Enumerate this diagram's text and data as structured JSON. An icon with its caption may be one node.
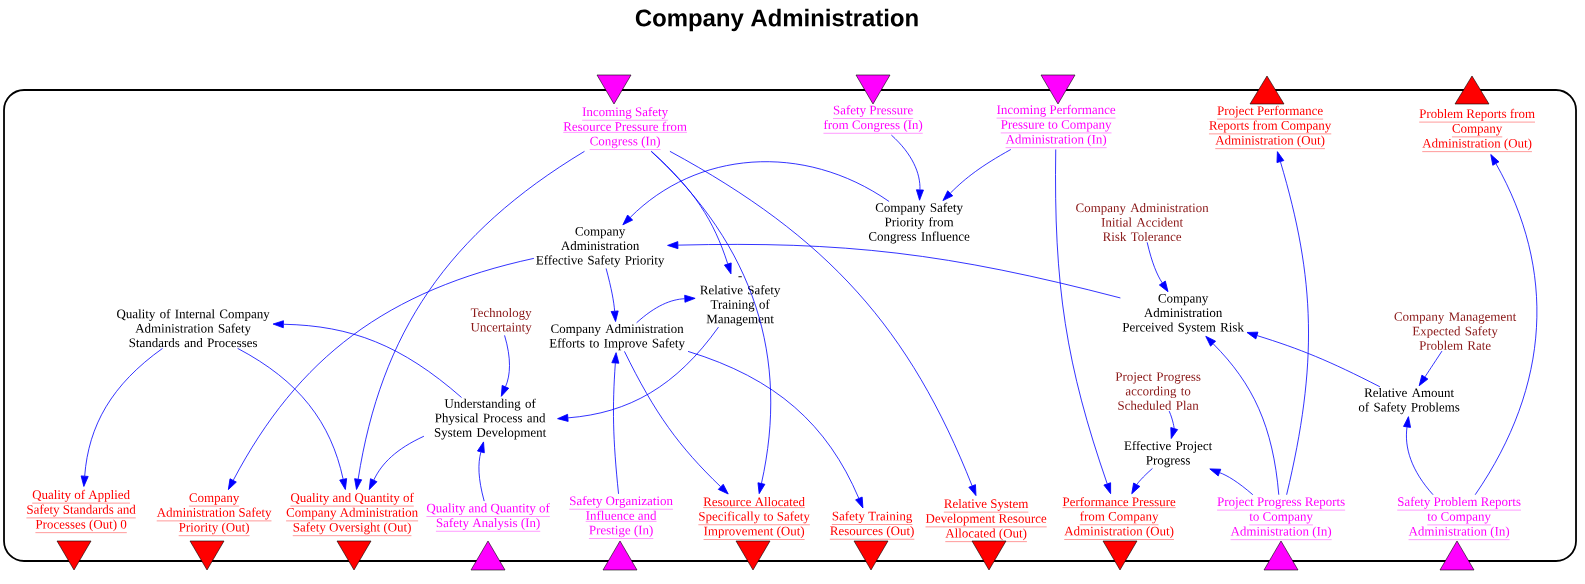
{
  "diagram": {
    "title": "Company Administration",
    "nodes": [
      {
        "text": [],
        "shape": "box"
      },
      {
        "text": [
          "Incoming Safety Resource Pressure from Congress (In)"
        ],
        "in": 0
      },
      {
        "text": [
          "Safety Pressure from Congress (In)"
        ],
        "in": 0
      },
      {
        "text": [
          "Incoming Performance Pressure to Company Administration (In)"
        ],
        "in": 0
      },
      {
        "text": [
          "Project Performance Reports from Company Administration (Out)"
        ],
        "in": 0
      },
      {
        "text": [
          "Problem Reports from Company Administration (Out)"
        ],
        "in": 0
      },
      {
        "text": [
          "Company Safety Priority from Congress Influence"
        ],
        "in": 0
      },
      {
        "text": [
          "Company Administration Initial Accident Risk Tolerance"
        ],
        "in": 0
      },
      {
        "text": [
          "Company Administration Effective Safety Priority"
        ],
        "in": 0
      },
      {
        "text": [
          "Quality of Internal Company Administration Safety Standards and Processes"
        ],
        "in": 0
      },
      {
        "text": [
          "Technology Uncertainty"
        ],
        "in": 0
      },
      {
        "text": [
          "-",
          "Relative Safety Training of Management"
        ],
        "in": 0
      },
      {
        "text": [
          "Company Administration Efforts to Improve Safety"
        ],
        "in": 0
      },
      {
        "text": [
          "Company Administration Perceived System Risk"
        ],
        "in": 0
      },
      {
        "text": [
          "Company Management Expected Safety Problem Rate"
        ],
        "in": 0
      },
      {
        "text": [
          "Project Progress according to Scheduled Plan"
        ],
        "in": 0
      },
      {
        "text": [
          "Understanding of Physical Process and System Development"
        ],
        "in": 0
      },
      {
        "text": [
          "Relative Amount of Safety Problems"
        ],
        "in": 0
      },
      {
        "text": [
          "Effective Project Progress"
        ],
        "in": 0
      },
      {
        "text": [
          "Quality of Applied Safety Standards and Processes (Out) 0"
        ],
        "in": 0
      },
      {
        "text": [
          "Company Administration Safety Priority (Out)"
        ],
        "in": 0
      },
      {
        "text": [
          "Quality and Quantity of Company Administration Safety Oversight (Out)"
        ],
        "in": 0
      },
      {
        "text": [
          "Quality and Quantity of Safety Analysis (In)"
        ],
        "in": 0
      },
      {
        "text": [
          "Safety Organization Influence and Prestige (In)"
        ],
        "in": 0
      },
      {
        "text": [
          "Resource Allocated Specifically to Safety Improvement (Out)"
        ],
        "in": 0
      },
      {
        "text": [
          "Safety Training Resources (Out)"
        ],
        "in": 0
      },
      {
        "text": [
          "Relative System Development Resource Allocated (Out)"
        ],
        "in": 0
      },
      {
        "text": [
          "Performance Pressure from Company Administration (Out)"
        ],
        "in": 0
      },
      {
        "text": [
          "Project Progress Reports to Company Administration (In)"
        ],
        "in": 0
      },
      {
        "text": [
          "Safety Problem Reports to Company Administration (In)"
        ],
        "in": 0
      }
    ],
    "edges": [
      {
        "from": 1,
        "to": 21,
        "arrow": "to"
      },
      {
        "from": 1,
        "to": 11,
        "arrow": "to"
      },
      {
        "from": 1,
        "to": 24,
        "arrow": "to"
      },
      {
        "from": 1,
        "to": 26,
        "arrow": "to"
      },
      {
        "from": 2,
        "to": 6,
        "arrow": "to"
      },
      {
        "from": 3,
        "to": 6,
        "arrow": "to"
      },
      {
        "from": 3,
        "to": 27,
        "arrow": "to"
      },
      {
        "from": 6,
        "to": 8,
        "arrow": "to"
      },
      {
        "from": 8,
        "to": 20,
        "arrow": "to"
      },
      {
        "from": 8,
        "to": 12,
        "arrow": "to"
      },
      {
        "from": 9,
        "to": 19,
        "arrow": "to"
      },
      {
        "from": 9,
        "to": 21,
        "arrow": "to"
      },
      {
        "from": 10,
        "to": 16,
        "arrow": "to"
      },
      {
        "from": 12,
        "to": 11,
        "arrow": "to"
      },
      {
        "from": 12,
        "to": 24,
        "arrow": "to"
      },
      {
        "from": 12,
        "to": 25,
        "arrow": "to"
      },
      {
        "from": 11,
        "to": 16,
        "arrow": "to"
      },
      {
        "from": 13,
        "to": 8,
        "arrow": "to"
      },
      {
        "from": 7,
        "to": 13,
        "arrow": "to"
      },
      {
        "from": 16,
        "to": 9,
        "arrow": "to"
      },
      {
        "from": 16,
        "to": 21,
        "arrow": "to"
      },
      {
        "from": 22,
        "to": 16,
        "arrow": "to"
      },
      {
        "from": 23,
        "to": 12,
        "arrow": "to"
      },
      {
        "from": 28,
        "to": 13,
        "arrow": "to"
      },
      {
        "from": 28,
        "to": 4,
        "arrow": "to"
      },
      {
        "from": 28,
        "to": 18,
        "arrow": "to"
      },
      {
        "from": 18,
        "to": 27,
        "arrow": "to"
      },
      {
        "from": 15,
        "to": 18,
        "arrow": "to"
      },
      {
        "from": 17,
        "to": 13,
        "arrow": "to"
      },
      {
        "from": 14,
        "to": 17,
        "arrow": "to"
      },
      {
        "from": 29,
        "to": 17,
        "arrow": "to"
      },
      {
        "from": 29,
        "to": 5,
        "arrow": "to"
      }
    ]
  }
}
